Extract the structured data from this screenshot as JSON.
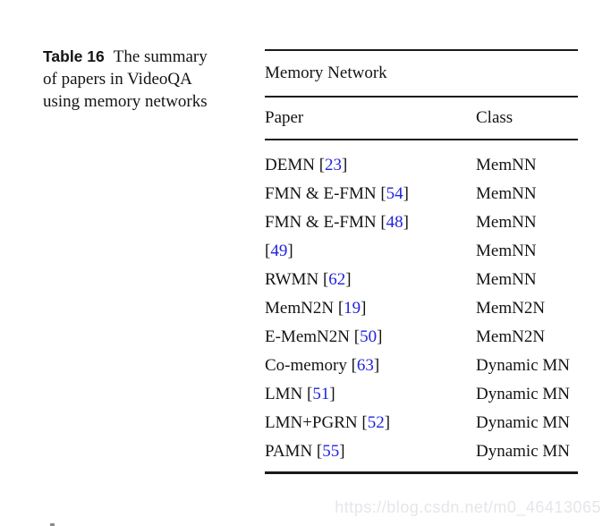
{
  "caption": {
    "label": "Table 16",
    "line1": "The summary",
    "line2": "of papers in VideoQA",
    "line3": "using memory networks"
  },
  "table": {
    "title": "Memory Network",
    "columns": {
      "paper": "Paper",
      "cls": "Class"
    },
    "bracket_open": "[",
    "bracket_close": "]",
    "rows": [
      {
        "name": "DEMN ",
        "ref": "23",
        "cls": "MemNN"
      },
      {
        "name": "FMN & E-FMN ",
        "ref": "54",
        "cls": "MemNN"
      },
      {
        "name": "FMN & E-FMN ",
        "ref": "48",
        "cls": "MemNN"
      },
      {
        "name": "",
        "ref": "49",
        "cls": "MemNN"
      },
      {
        "name": "RWMN ",
        "ref": "62",
        "cls": "MemNN"
      },
      {
        "name": "MemN2N ",
        "ref": "19",
        "cls": "MemN2N"
      },
      {
        "name": "E-MemN2N ",
        "ref": "50",
        "cls": "MemN2N"
      },
      {
        "name": "Co-memory ",
        "ref": "63",
        "cls": "Dynamic MN"
      },
      {
        "name": "LMN ",
        "ref": "51",
        "cls": "Dynamic MN"
      },
      {
        "name": "LMN+PGRN ",
        "ref": "52",
        "cls": "Dynamic MN"
      },
      {
        "name": "PAMN ",
        "ref": "55",
        "cls": "Dynamic MN"
      }
    ]
  },
  "watermark": {
    "text": "https://blog.csdn.net/m0_46413065"
  },
  "colors": {
    "ref-blue": "#2123dd",
    "watermark-color": "#e4e6ea",
    "rule-color": "#1a1a1a",
    "text-color": "#141414"
  }
}
